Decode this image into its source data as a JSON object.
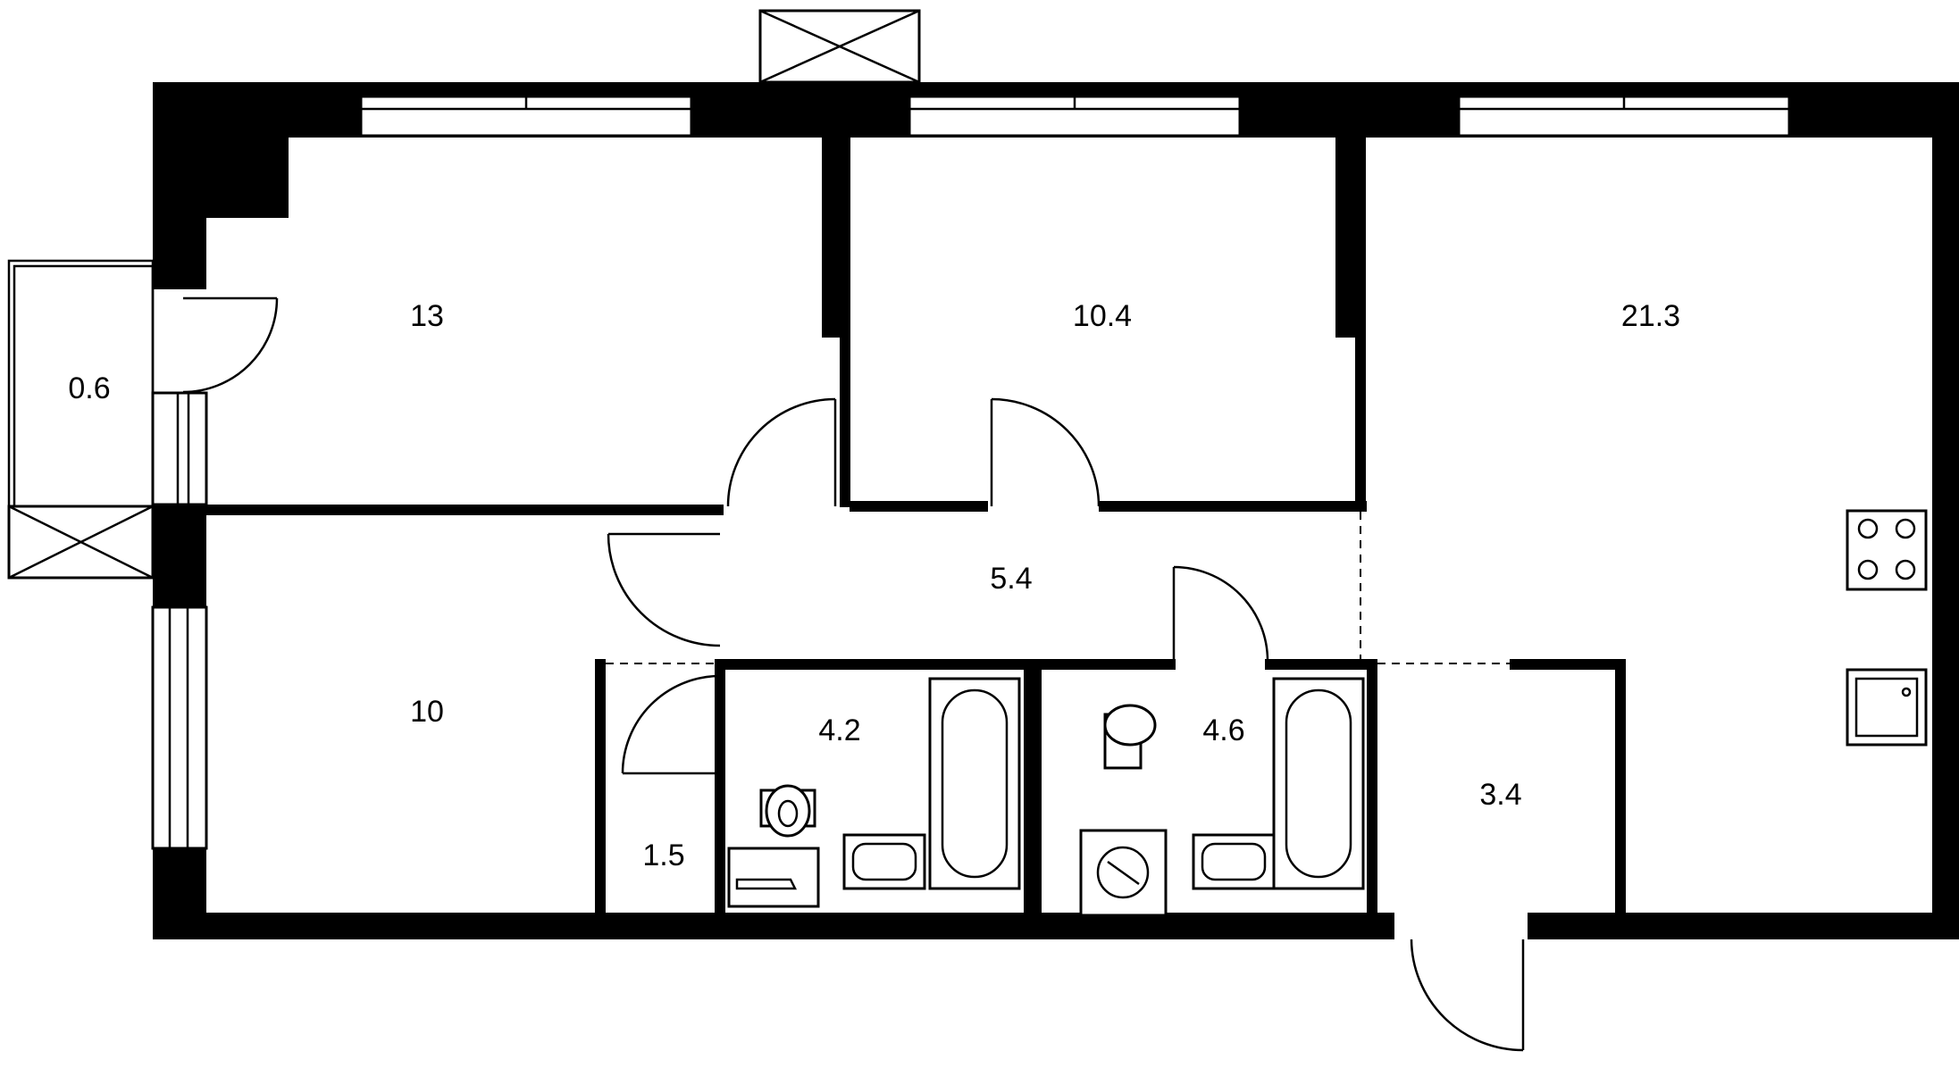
{
  "rooms": [
    {
      "id": "balcony",
      "area": "0.6"
    },
    {
      "id": "bedroom-1",
      "area": "13"
    },
    {
      "id": "bedroom-2",
      "area": "10.4"
    },
    {
      "id": "kitchen-living",
      "area": "21.3"
    },
    {
      "id": "hallway",
      "area": "5.4"
    },
    {
      "id": "bedroom-3",
      "area": "10"
    },
    {
      "id": "bathroom-1",
      "area": "4.2"
    },
    {
      "id": "bathroom-2",
      "area": "4.6"
    },
    {
      "id": "closet",
      "area": "1.5"
    },
    {
      "id": "entrance",
      "area": "3.4"
    }
  ]
}
